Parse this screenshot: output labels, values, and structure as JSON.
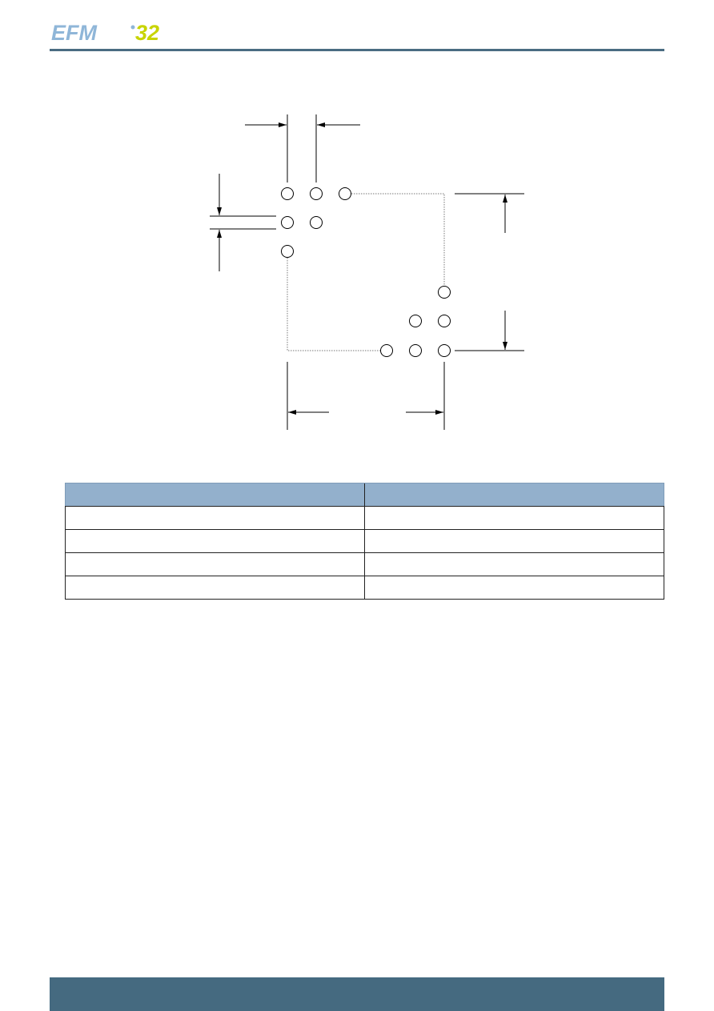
{
  "header": {
    "logo_main": "EFM",
    "logo_num": "32",
    "logo_colors": {
      "main": "#8fb6d8",
      "num": "#c8d400"
    }
  },
  "drawing": {
    "type": "pad-layout-dimension-drawing",
    "pad_groups": [
      {
        "group": "top-left",
        "rows": [
          3,
          2,
          1
        ]
      },
      {
        "group": "bottom-right",
        "rows": [
          1,
          2,
          3
        ]
      }
    ]
  },
  "table": {
    "headers": [
      "",
      ""
    ],
    "rows": [
      [
        "",
        ""
      ],
      [
        "",
        ""
      ],
      [
        "",
        ""
      ],
      [
        "",
        ""
      ]
    ]
  },
  "footer": {
    "bar_color": "#456a80"
  }
}
